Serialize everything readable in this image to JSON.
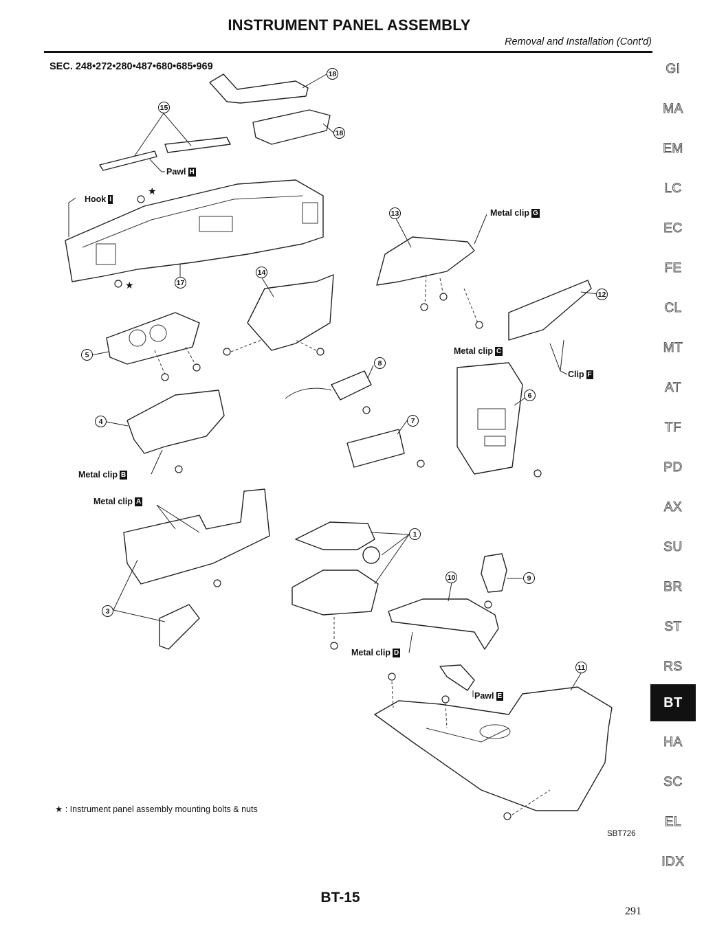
{
  "header": {
    "title": "INSTRUMENT PANEL ASSEMBLY",
    "subtitle": "Removal and Installation (Cont'd)"
  },
  "diagram": {
    "section_codes": "SEC. 248•272•280•487•680•685•969",
    "figure_code": "SBT726",
    "legend": {
      "symbol": "★",
      "text": ": Instrument panel assembly mounting bolts & nuts"
    },
    "labels": {
      "hook_i": {
        "text": "Hook",
        "box": "I"
      },
      "pawl_h": {
        "text": "Pawl",
        "box": "H"
      },
      "metal_clip_g": {
        "text": "Metal clip",
        "box": "G"
      },
      "metal_clip_c": {
        "text": "Metal clip",
        "box": "C"
      },
      "clip_f": {
        "text": "Clip",
        "box": "F"
      },
      "metal_clip_b": {
        "text": "Metal clip",
        "box": "B"
      },
      "metal_clip_a": {
        "text": "Metal clip",
        "box": "A"
      },
      "metal_clip_d": {
        "text": "Metal clip",
        "box": "D"
      },
      "pawl_e": {
        "text": "Pawl",
        "box": "E"
      }
    },
    "callouts": {
      "c1": "1",
      "c3": "3",
      "c4": "4",
      "c5": "5",
      "c6": "6",
      "c7": "7",
      "c8": "8",
      "c9": "9",
      "c10": "10",
      "c11": "11",
      "c12": "12",
      "c13": "13",
      "c14": "14",
      "c15": "15",
      "c17": "17",
      "c18a": "18",
      "c18b": "18"
    },
    "star": "★"
  },
  "section_tabs": [
    "GI",
    "MA",
    "EM",
    "LC",
    "EC",
    "FE",
    "CL",
    "MT",
    "AT",
    "TF",
    "PD",
    "AX",
    "SU",
    "BR",
    "ST",
    "RS",
    "BT",
    "HA",
    "SC",
    "EL",
    "IDX"
  ],
  "active_tab": "BT",
  "footer": {
    "page_code": "BT-15",
    "page_number": "291"
  }
}
